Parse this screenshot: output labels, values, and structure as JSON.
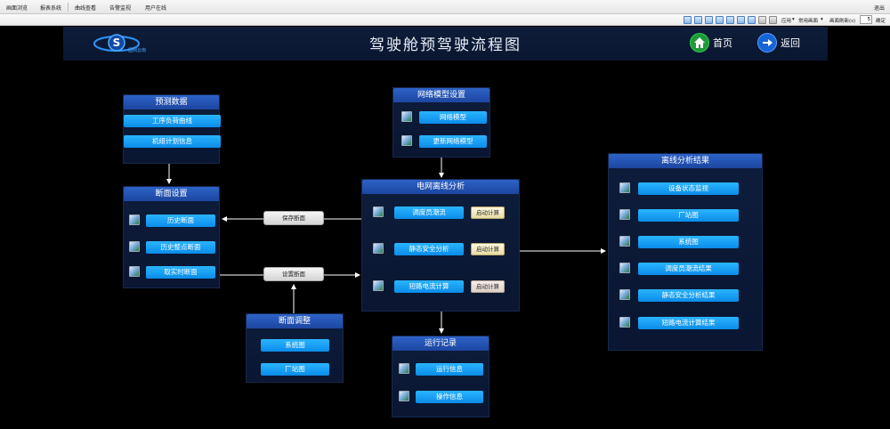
{
  "menubar": {
    "items": [
      "画面浏览",
      "报表系统",
      "曲线查看",
      "告警监视",
      "用户在线"
    ],
    "logout": "退出"
  },
  "toolbar": {
    "apply_label": "应用",
    "common_label": "常用画面",
    "refresh_label": "画面刷新(s)",
    "refresh_value": "5",
    "confirm_label": "确定"
  },
  "header": {
    "logo_text": "国网云南",
    "title": "驾驶舱预驾驶流程图",
    "home_label": "首页",
    "back_label": "返回"
  },
  "forecast": {
    "title": "预测数据",
    "items": [
      "工序负荷曲线",
      "机组计划信息"
    ]
  },
  "section_settings": {
    "title": "断面设置",
    "items": [
      "历史断面",
      "历史整点断面",
      "取实时断面"
    ]
  },
  "section_adjust": {
    "title": "断面调整",
    "items": [
      "系统图",
      "厂站图"
    ]
  },
  "save_section_label": "保存断面",
  "set_section_label": "设置断面",
  "network_model": {
    "title": "网络模型设置",
    "items": [
      "网络模型",
      "更新网络模型"
    ]
  },
  "grid_analysis": {
    "title": "电网离线分析",
    "items": [
      "调度员潮流",
      "静态安全分析",
      "短路电流计算"
    ],
    "start_label": "启动计算"
  },
  "run_log": {
    "title": "运行记录",
    "items": [
      "运行信息",
      "操作信息"
    ]
  },
  "offline_results": {
    "title": "离线分析结果",
    "items": [
      "设备状态监视",
      "厂站图",
      "系统图",
      "调度员潮流结果",
      "静态安全分析结果",
      "短路电流计算结果"
    ]
  },
  "colors": {
    "accent_blue": "#0b8ce8",
    "panel_header": "#1d46a0",
    "home_green": "#1f9a3a",
    "back_blue": "#1665d6"
  }
}
